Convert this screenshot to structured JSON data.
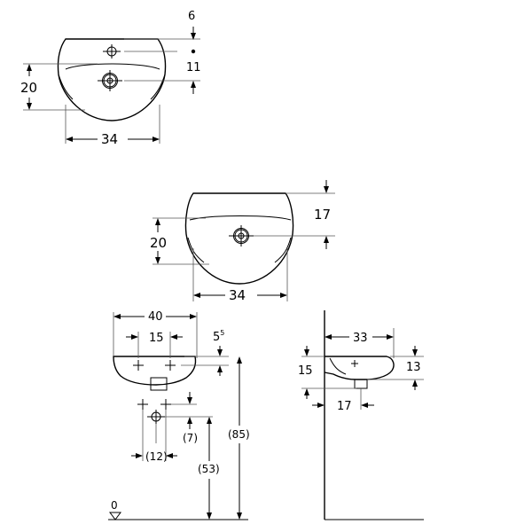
{
  "view1": {
    "d6": "6",
    "d11": "11",
    "d20": "20",
    "d34": "34"
  },
  "view2": {
    "d17": "17",
    "d20": "20",
    "d34": "34"
  },
  "front": {
    "d40": "40",
    "d15": "15",
    "d5": "5",
    "d5sup": "5",
    "d7": "(7)",
    "d12": "(12)",
    "d53": "(53)",
    "d85": "(85)",
    "floor": "0"
  },
  "side": {
    "d33": "33",
    "d15": "15",
    "d13": "13",
    "d17": "17"
  }
}
